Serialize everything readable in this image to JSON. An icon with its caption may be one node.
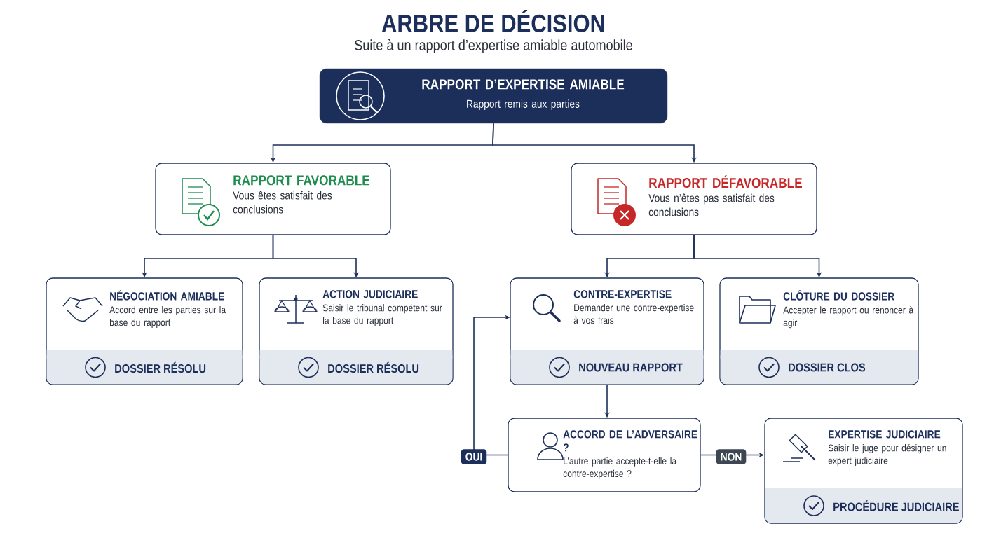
{
  "diagram": {
    "title": "ARBRE DE DÉCISION",
    "caption": "Suite à un rapport d’expertise amiable automobile",
    "nodes": [
      {
        "text": [
          "RAPPORT D’EXPERTISE AMIABLE",
          "Rapport remis aux parties"
        ]
      },
      {
        "text": [
          "RAPPORT FAVORABLE",
          "Vous êtes satisfait des conclusions"
        ]
      },
      {
        "text": [
          "RAPPORT DÉFAVORABLE",
          "Vous n’êtes pas satisfait des conclusions"
        ]
      },
      {
        "text": [
          "NÉGOCIATION AMIABLE",
          "Accord entre les parties sur la base du rapport",
          "DOSSIER RÉSOLU"
        ]
      },
      {
        "text": [
          "ACTION JUDICIAIRE",
          "Saisir le tribunal compétent sur la base du rapport",
          "DOSSIER RÉSOLU"
        ]
      },
      {
        "text": [
          "CONTRE-EXPERTISE",
          "Demander une contre-expertise à vos frais",
          "NOUVEAU RAPPORT"
        ]
      },
      {
        "text": [
          "CLÔTURE DU DOSSIER",
          "Accepter le rapport ou renoncer à agir",
          "DOSSIER CLOS"
        ]
      },
      {
        "text": [
          "ACCORD DE L’ADVERSAIRE ?",
          "L’autre partie accepte-t-elle la contre-expertise ?"
        ]
      },
      {
        "text": [
          "EXPERTISE JUDICIAIRE",
          "Saisir le juge pour désigner un expert judiciaire",
          "PROCÉDURE JUDICIAIRE"
        ]
      }
    ],
    "edges": [
      {
        "from": 0,
        "to": 1,
        "arrow": "to"
      },
      {
        "from": 0,
        "to": 2,
        "arrow": "to"
      },
      {
        "from": 1,
        "to": 3,
        "arrow": "to"
      },
      {
        "from": 1,
        "to": 4,
        "arrow": "to"
      },
      {
        "from": 2,
        "to": 5,
        "arrow": "to"
      },
      {
        "from": 2,
        "to": 6,
        "arrow": "to"
      },
      {
        "from": 5,
        "to": 7,
        "arrow": "to"
      },
      {
        "from": 7,
        "to": 5,
        "arrow": "to",
        "label": "OUI"
      },
      {
        "from": 7,
        "to": 8,
        "arrow": "to",
        "label": "NON"
      }
    ]
  }
}
